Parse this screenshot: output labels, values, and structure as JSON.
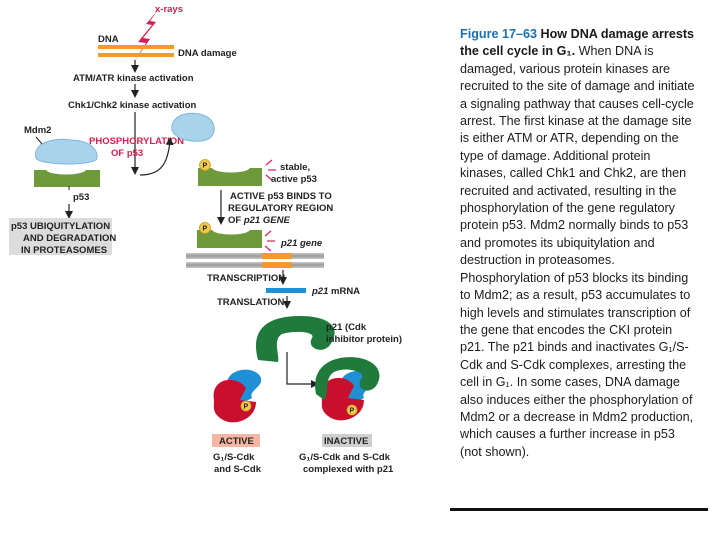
{
  "diagram": {
    "xrays": "x-rays",
    "dna": "DNA",
    "dna_damage": "DNA damage",
    "atm_atr": "ATM/ATR kinase activation",
    "chk": "Chk1/Chk2 kinase activation",
    "mdm2": "Mdm2",
    "phosphorylation_line1": "PHOSPHORYLATION",
    "phosphorylation_line2": "OF p53",
    "p53": "p53",
    "stable_line1": "stable,",
    "stable_line2": "active p53",
    "ubiq_line1": "p53 UBIQUITYLATION",
    "ubiq_line2": "AND DEGRADATION",
    "ubiq_line3": "IN PROTEASOMES",
    "binds_line1": "ACTIVE p53 BINDS TO",
    "binds_line2": "REGULATORY REGION",
    "binds_line3_prefix": "OF ",
    "binds_line3_gene": "p21 GENE",
    "p21_gene": "p21 gene",
    "transcription": "TRANSCRIPTION",
    "p21_mrna_prefix": "p21",
    "p21_mrna_suffix": " mRNA",
    "translation": "TRANSLATION",
    "p21_cdk_line1": "p21 (Cdk",
    "p21_cdk_line2": "inhibitor protein)",
    "p_label": "P",
    "active": "ACTIVE",
    "inactive": "INACTIVE",
    "active_desc_line1": "G₁/S-Cdk",
    "active_desc_line2": "and S-Cdk",
    "inactive_desc_line1": "G₁/S-Cdk and S-Cdk",
    "inactive_desc_line2": "complexed with p21"
  },
  "caption": {
    "title": "Figure 17–63",
    "title_rest": " How DNA damage arrests the cell cycle in G₁.",
    "body": " When DNA is damaged, various protein kinases are recruited to the site of damage and initiate a signaling pathway that causes cell-cycle arrest. The first kinase at the damage site is either ATM or ATR, depending on the type of damage. Additional protein kinases, called Chk1 and Chk2, are then recruited and activated, resulting in the phosphorylation of the gene regulatory protein p53. Mdm2 normally binds to p53 and promotes its ubiquitylation and destruction in proteasomes. Phosphorylation of p53 blocks its binding to Mdm2; as a result, p53 accumulates to high levels and stimulates transcription of the gene that encodes the CKI protein p21. The p21 binds and inactivates G₁/S-Cdk and S-Cdk complexes, arresting the cell in G₁. In some cases, DNA damage also induces either the phosphorylation of Mdm2 or a decrease in Mdm2 production, which causes a further increase in p53 (not shown)."
  },
  "colors": {
    "mdm2": "#a9d2ec",
    "p53": "#6f9a3c",
    "p21": "#1f7a3c",
    "cdk_red": "#c8102e",
    "cyclin_blue": "#1f8fd6",
    "phospho_label": "#d6204f",
    "dna_orange": "#f29a2e",
    "caption_title": "#1a6fb0"
  },
  "icons": [
    "lightning-bolt-icon",
    "phosphate-icon",
    "arrow-down-icon"
  ]
}
